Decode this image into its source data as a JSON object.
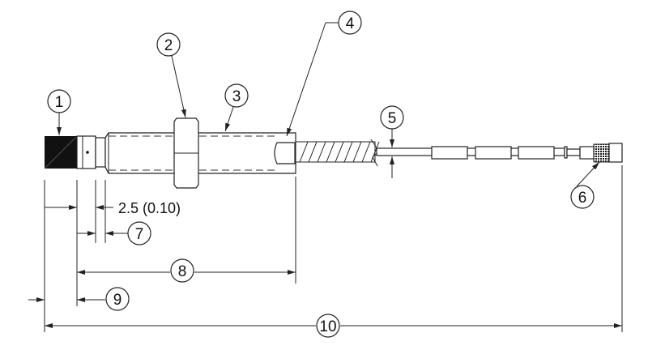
{
  "callouts": [
    "1",
    "2",
    "3",
    "4",
    "5",
    "6",
    "7",
    "8",
    "9",
    "10"
  ],
  "dimension_text": "2.5 (0.10)",
  "colors": {
    "line": "#222222",
    "fill": "#ffffff",
    "cap": "#111111"
  }
}
